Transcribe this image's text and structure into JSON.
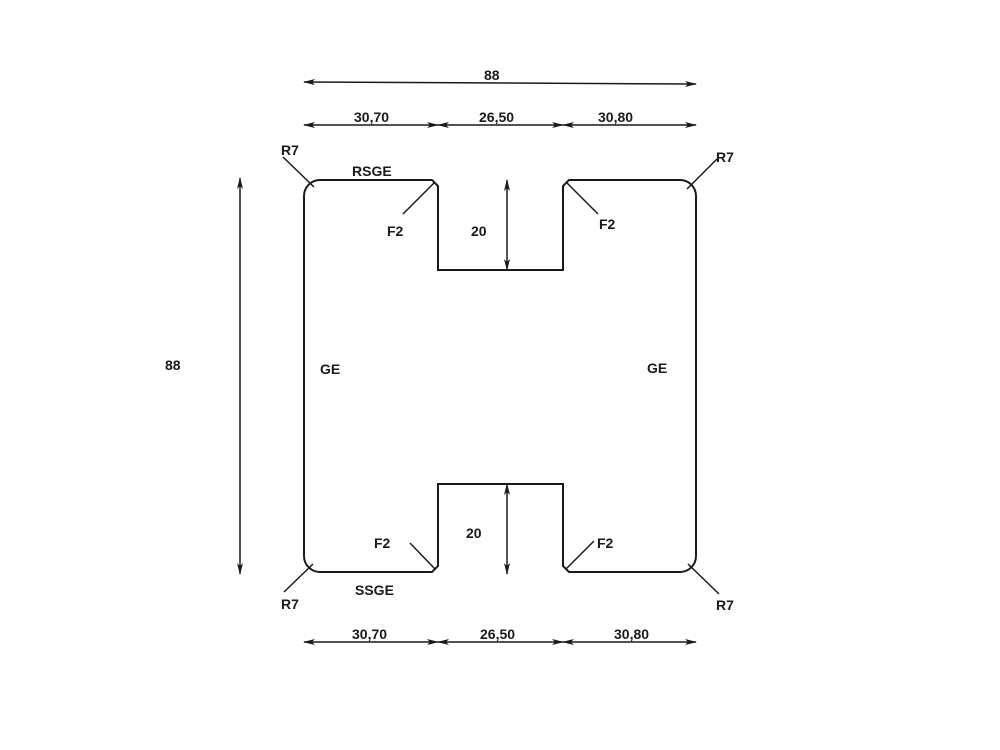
{
  "drawing": {
    "type": "profile cross-section technical drawing",
    "overall_width": "88",
    "overall_height": "88",
    "top_segments": [
      "30,70",
      "26,50",
      "30,80"
    ],
    "bottom_segments": [
      "30,70",
      "26,50",
      "30,80"
    ],
    "top_notch_depth": "20",
    "bottom_notch_depth": "20",
    "corner_radius_labels": [
      "R7",
      "R7",
      "R7",
      "R7"
    ],
    "chamfer_labels": [
      "F2",
      "F2",
      "F2",
      "F2"
    ],
    "edge_labels": {
      "top": "RSGE",
      "bottom": "SSGE",
      "left": "GE",
      "right": "GE"
    },
    "line_color": "#1a1a1a"
  }
}
